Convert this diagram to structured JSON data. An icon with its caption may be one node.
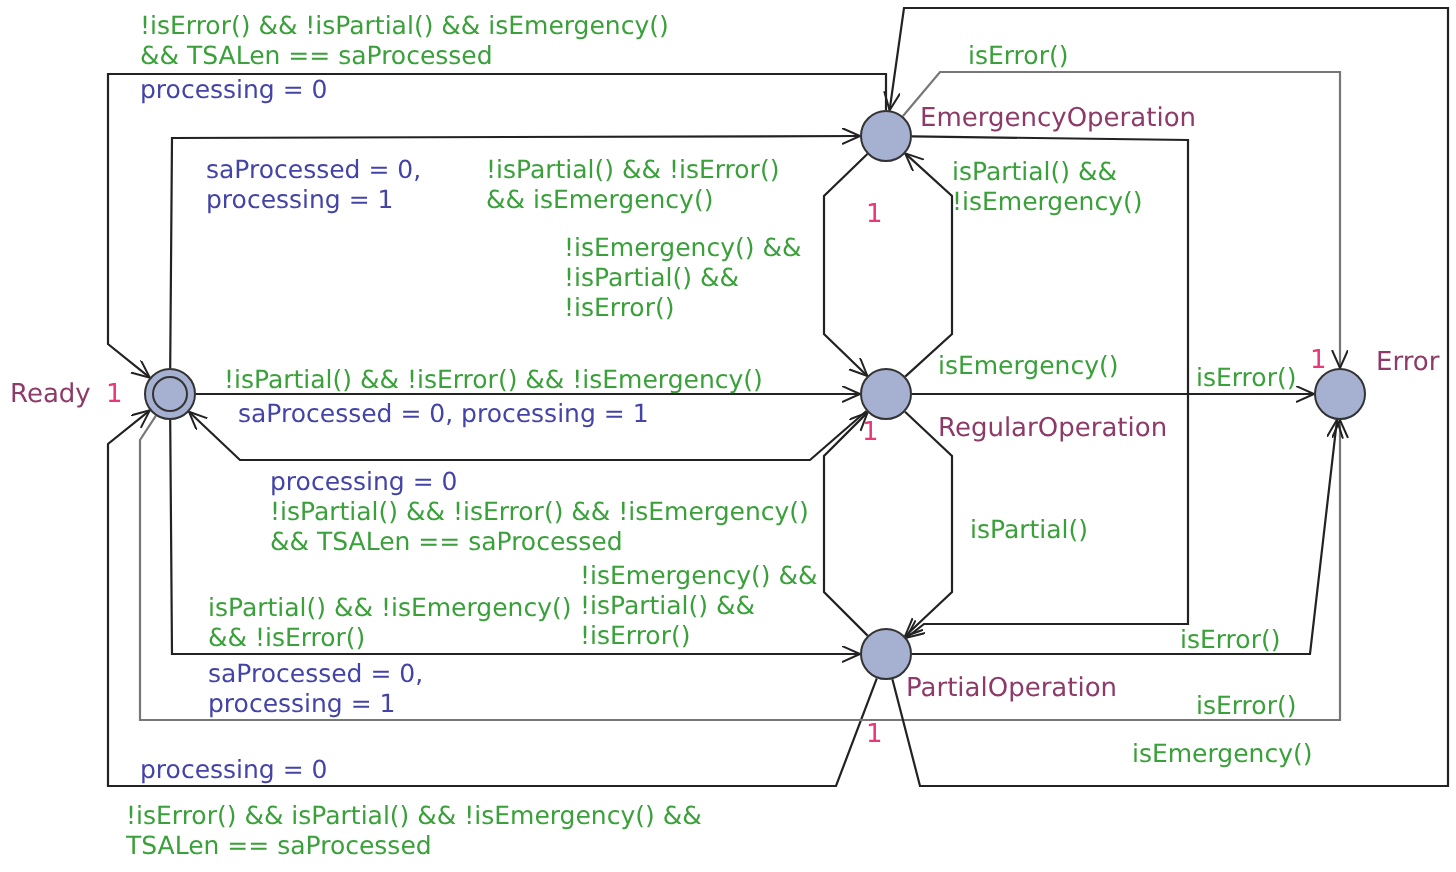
{
  "diagram": {
    "nodes": [
      {
        "text": [],
        "shape": "circle",
        "beside": [
          "Ready",
          "1"
        ]
      },
      {
        "text": [],
        "shape": "circle",
        "beside": [
          "EmergencyOperation",
          "1"
        ]
      },
      {
        "text": [],
        "shape": "circle",
        "beside": [
          "RegularOperation",
          "1"
        ]
      },
      {
        "text": [],
        "shape": "circle",
        "beside": [
          "PartialOperation",
          "1"
        ]
      },
      {
        "text": [],
        "shape": "circle",
        "beside": [
          "Error",
          "1"
        ]
      }
    ],
    "edges": [
      {
        "from": 0,
        "to": 1,
        "arrow": "to",
        "label": "!isPartial() && !isError() && isEmergency()"
      },
      {
        "from": 1,
        "to": 0,
        "arrow": "to",
        "label": "!isError() && !isPartial() && isEmergency() && TSALen == saProcessed"
      },
      {
        "from": 0,
        "to": 2,
        "arrow": "to",
        "label": "!isPartial() && !isError() && !isEmergency()"
      },
      {
        "from": 2,
        "to": 0,
        "arrow": "to",
        "label": "!isPartial() && !isError() && !isEmergency() && TSALen == saProcessed"
      },
      {
        "from": 0,
        "to": 3,
        "arrow": "to",
        "label": "isPartial() && !isEmergency() && !isError()"
      },
      {
        "from": 3,
        "to": 0,
        "arrow": "to",
        "label": "!isError() && isPartial() && !isEmergency() && TSALen == saProcessed"
      },
      {
        "from": 0,
        "to": 4,
        "arrow": "to",
        "label": "isError()",
        "color": "#777777"
      },
      {
        "from": 1,
        "to": 2,
        "arrow": "to",
        "label": "!isEmergency() && !isPartial() && !isError()"
      },
      {
        "from": 2,
        "to": 1,
        "arrow": "to",
        "label": "isEmergency()"
      },
      {
        "from": 1,
        "to": 3,
        "arrow": "to",
        "label": "isPartial() && !isEmergency()"
      },
      {
        "from": 2,
        "to": 3,
        "arrow": "to",
        "label": "isPartial()"
      },
      {
        "from": 3,
        "to": 2,
        "arrow": "to",
        "label": "!isEmergency() && !isPartial() && !isError()"
      },
      {
        "from": 1,
        "to": 4,
        "arrow": "to",
        "label": "isError()",
        "color": "#777777"
      },
      {
        "from": 2,
        "to": 4,
        "arrow": "to",
        "label": "isError()"
      },
      {
        "from": 3,
        "to": 4,
        "arrow": "to",
        "label": "isError()"
      },
      {
        "from": 3,
        "to": 1,
        "arrow": "to",
        "label": "isEmergency()"
      }
    ],
    "labels": [
      "processing = 0",
      "saProcessed = 0, processing = 1",
      "saProcessed = 0, processing = 1",
      "processing = 0",
      "saProcessed = 0, processing = 1",
      "processing = 0"
    ]
  }
}
